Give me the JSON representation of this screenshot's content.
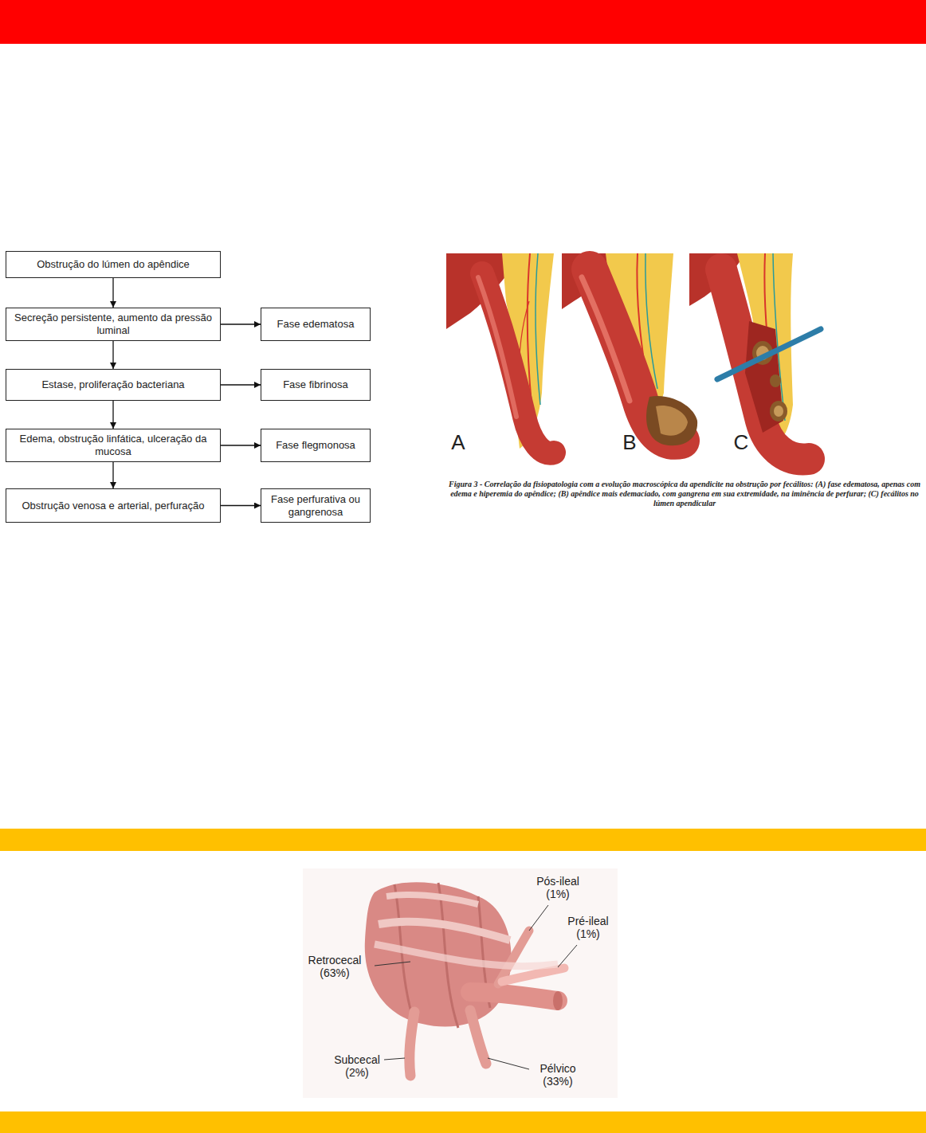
{
  "diagram": {
    "caption": "Figura 3 - Correlação da fisiopatologia com a evolução macroscópica da apendicite na obstrução por fecálitos: (A) fase edematosa, apenas com edema e hiperemia do apêndice; (B) apêndice mais edemaciado, com gangrena em sua extremidade, na iminência de perfurar; (C) fecálitos no lúmen apendicular",
    "nodes": [
      {
        "text": [
          "Obstrução do lúmen do apêndice"
        ]
      },
      {
        "text": [
          "Secreção persistente, aumento da pressão luminal"
        ]
      },
      {
        "text": [
          "Fase edematosa"
        ]
      },
      {
        "text": [
          "Estase, proliferação bacteriana"
        ]
      },
      {
        "text": [
          "Fase fibrinosa"
        ]
      },
      {
        "text": [
          "Edema, obstrução linfática, ulceração da mucosa"
        ]
      },
      {
        "text": [
          "Fase flegmonosa"
        ]
      },
      {
        "text": [
          "Obstrução venosa e arterial, perfuração"
        ]
      },
      {
        "text": [
          "Fase perfurativa ou gangrenosa"
        ]
      }
    ],
    "edges": [
      {
        "from": 0,
        "to": 1,
        "arrow": "to"
      },
      {
        "from": 1,
        "to": 2,
        "arrow": "to"
      },
      {
        "from": 1,
        "to": 3,
        "arrow": "to"
      },
      {
        "from": 3,
        "to": 4,
        "arrow": "to"
      },
      {
        "from": 3,
        "to": 5,
        "arrow": "to"
      },
      {
        "from": 5,
        "to": 6,
        "arrow": "to"
      },
      {
        "from": 5,
        "to": 7,
        "arrow": "to"
      },
      {
        "from": 7,
        "to": 8,
        "arrow": "to"
      }
    ],
    "labels": [
      "A",
      "B",
      "C",
      "Pós-ileal (1%)",
      "Pré-ileal (1%)",
      "Retrocecal (63%)",
      "Subcecal (2%)",
      "Pélvico (33%)"
    ]
  }
}
